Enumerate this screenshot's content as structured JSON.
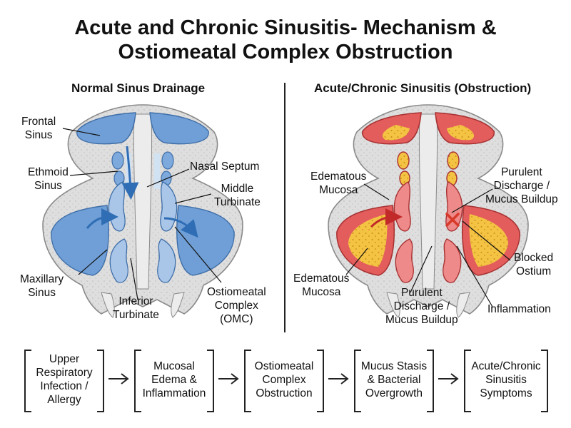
{
  "title": {
    "line1": "Acute and Chronic Sinusitis- Mechanism &",
    "line2": "Ostiomeatal Complex Obstruction"
  },
  "left_panel": {
    "heading": "Normal Sinus Drainage",
    "labels": {
      "frontal": [
        "Frontal",
        "Sinus"
      ],
      "ethmoid": [
        "Ethmoid",
        "Sinus"
      ],
      "septum": [
        "Nasal Septum"
      ],
      "middle_turbinate": [
        "Middle",
        "Turbinate"
      ],
      "maxillary": [
        "Maxillary",
        "Sinus"
      ],
      "inferior_turbinate": [
        "Inferior",
        "Turbinate"
      ],
      "omc": [
        "Ostiomeatal",
        "Complex",
        "(OMC)"
      ]
    }
  },
  "right_panel": {
    "heading": "Acute/Chronic Sinusitis (Obstruction)",
    "labels": {
      "edema_top": [
        "Edematous",
        "Mucosa"
      ],
      "purulent_top": [
        "Purulent",
        "Discharge /",
        "Mucus Buildup"
      ],
      "blocked_ostium": [
        "Blocked",
        "Ostium"
      ],
      "edema_bottom": [
        "Edematous",
        "Mucosa"
      ],
      "purulent_bottom": [
        "Purulent",
        "Discharge /",
        "Mucus Buildup"
      ],
      "inflammation": [
        "Inflammation"
      ]
    }
  },
  "flow": [
    [
      "Upper",
      "Respiratory",
      "Infection /",
      "Allergy"
    ],
    [
      "Mucosal",
      "Edema &",
      "Inflammation"
    ],
    [
      "Ostiomeatal",
      "Complex",
      "Obstruction"
    ],
    [
      "Mucus Stasis",
      "& Bacterial",
      "Overgrowth"
    ],
    [
      "Acute/Chronic",
      "Sinusitis",
      "Symptoms"
    ]
  ],
  "colors": {
    "normal_sinus": "#6f9fd6",
    "inflamed_mucosa": "#e35d5d",
    "pus": "#f4c343",
    "bone": "#dedede",
    "blocked_x": "#d83a2a"
  }
}
